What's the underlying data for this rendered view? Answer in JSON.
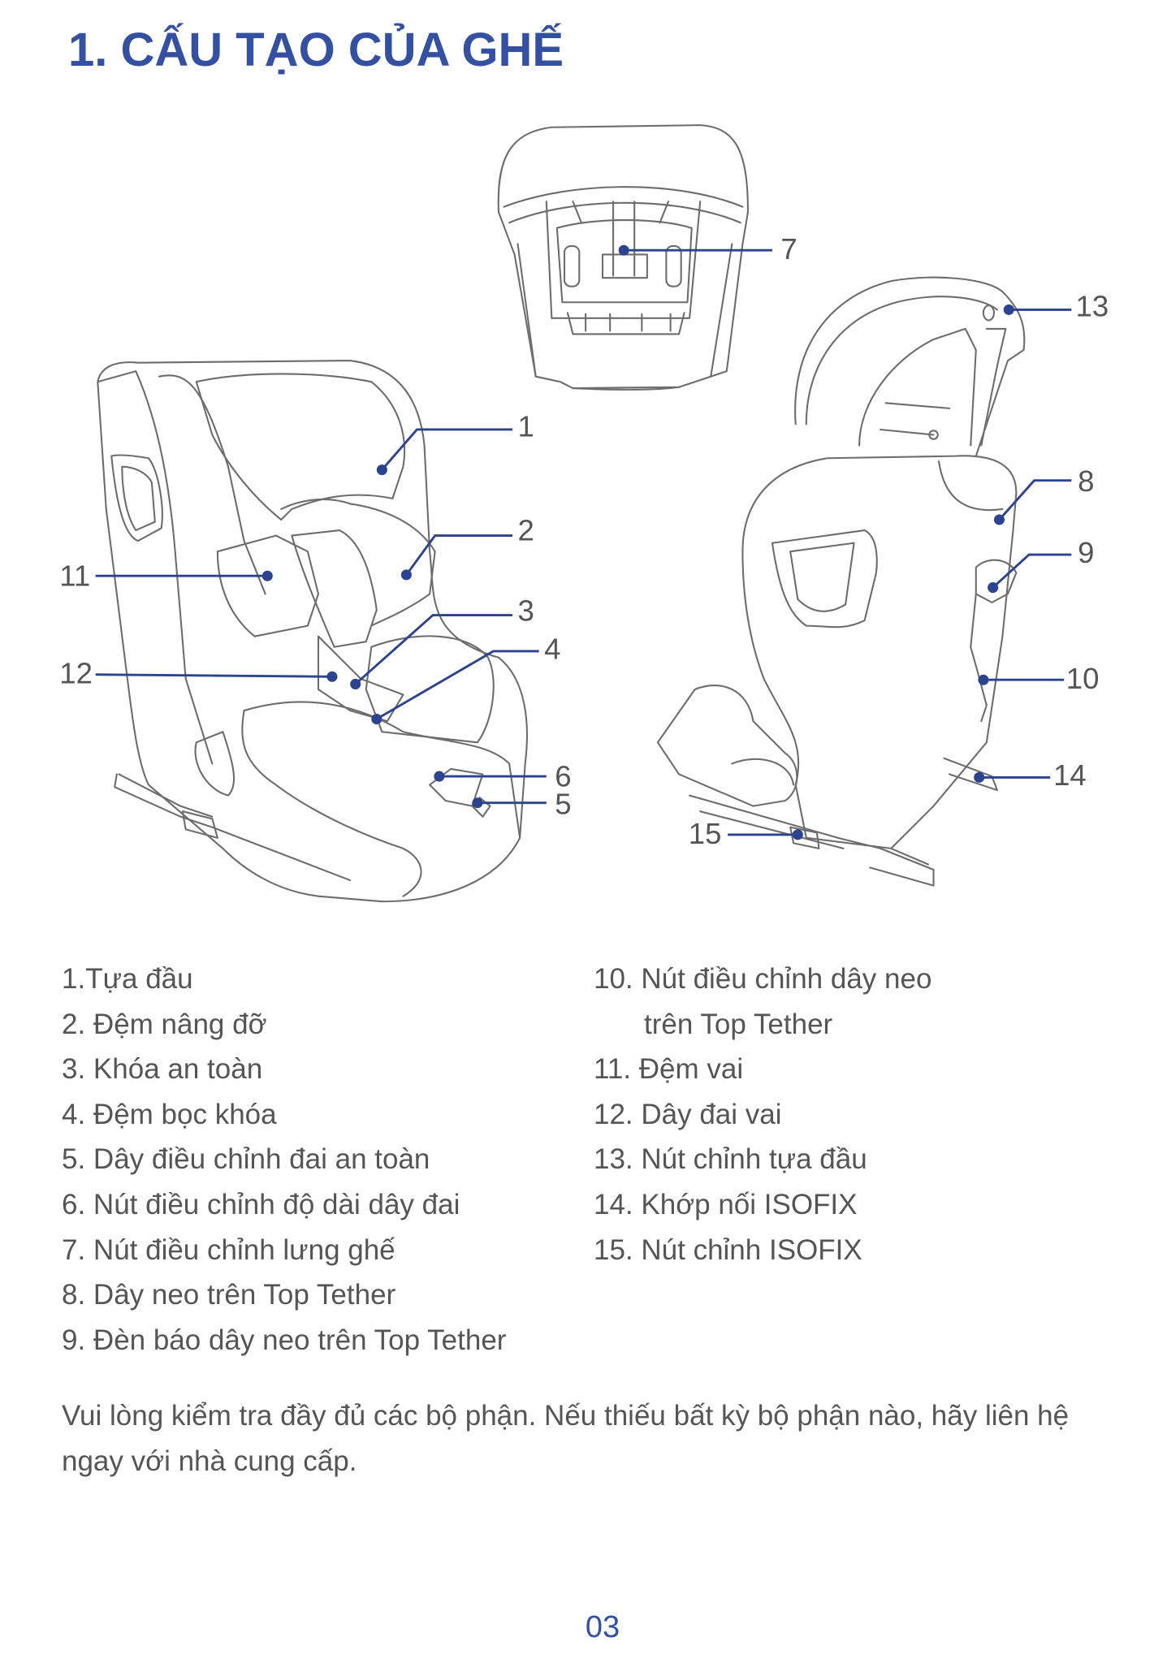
{
  "title": "1. CẤU TẠO CỦA GHẾ",
  "colors": {
    "accent": "#3450a2",
    "callout": "#2c4390",
    "text": "#555555",
    "drawing": "#6d6d6d"
  },
  "callouts": [
    "1",
    "2",
    "3",
    "4",
    "5",
    "6",
    "7",
    "8",
    "9",
    "10",
    "11",
    "12",
    "13",
    "14",
    "15"
  ],
  "parts_left": [
    "1.Tựa đầu",
    "2. Đệm nâng đỡ",
    "3. Khóa an toàn",
    "4. Đệm bọc khóa",
    "5. Dây điều chỉnh đai an toàn",
    "6. Nút điều chỉnh độ dài dây đai",
    "7. Nút điều chỉnh lưng ghế",
    "8. Dây neo trên Top Tether",
    "9. Đèn báo dây neo trên Top Tether"
  ],
  "parts_right": [
    "10. Nút điều chỉnh dây neo",
    "trên Top Tether",
    "11. Đệm vai",
    "12. Dây đai vai",
    "13. Nút chỉnh tựa đầu",
    "14. Khớp nối ISOFIX",
    "15. Nút chỉnh ISOFIX"
  ],
  "note": "Vui lòng kiểm tra đầy đủ các bộ phận. Nếu thiếu bất kỳ bộ phận nào, hãy liên hệ ngay với nhà cung cấp.",
  "page_number": "03"
}
